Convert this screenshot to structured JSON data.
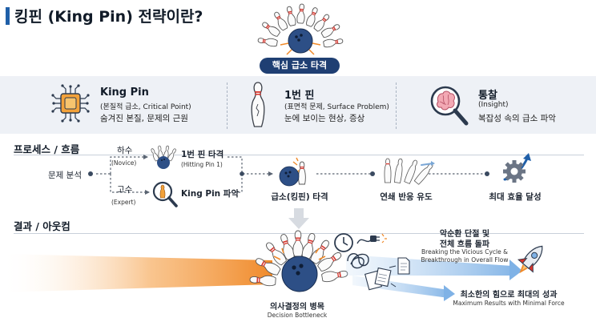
{
  "header": {
    "title": "킹핀 (King Pin) 전략이란?",
    "core_label": "핵심 급소 타격"
  },
  "definitions": [
    {
      "title": "King Pin",
      "subtitle": "(본질적 급소, Critical Point)",
      "desc": "숨겨진 본질, 문제의 근원",
      "icon": "circuit-chip-icon"
    },
    {
      "title": "1번 핀",
      "subtitle": "(표면적 문제, Surface Problem)",
      "desc": "눈에 보이는 현상, 증상",
      "icon": "bowling-pin-icon"
    },
    {
      "title": "통찰",
      "subtitle": "(Insight)",
      "desc": "복잡성 속의 급소 파악",
      "icon": "brain-magnifier-icon"
    }
  ],
  "process": {
    "label": "프로세스 / 흐름",
    "start": "문제 분석",
    "novice": {
      "label": "하수",
      "sub": "(Novice)",
      "action": "1번 핀 타격",
      "action_sub": "(Hitting Pin 1)"
    },
    "expert": {
      "label": "고수",
      "sub": "(Expert)",
      "action": "King Pin 파악"
    },
    "steps": [
      "급소(킹핀) 타격",
      "연쇄 반응 유도",
      "최대 효율 달성"
    ]
  },
  "outcome": {
    "label": "결과 / 아웃컴",
    "bottleneck": {
      "label": "의사결정의 병목",
      "sub": "Decision Bottleneck"
    },
    "breakthrough": {
      "label_line1": "악순환 단절 및",
      "label_line2": "전체 흐름 돌파",
      "sub_line1": "Breaking the Vicious Cycle &",
      "sub_line2": "Breakthrough in Overall Flow"
    },
    "result": {
      "label": "최소한의 힘으로 최대의 성과",
      "sub": "Maximum Results with Minimal Force"
    }
  },
  "colors": {
    "navy": "#1f3f73",
    "accent_blue": "#1f5fa8",
    "orange": "#f08a2a",
    "pin_red": "#d9342b",
    "band": "#eef1f6"
  }
}
